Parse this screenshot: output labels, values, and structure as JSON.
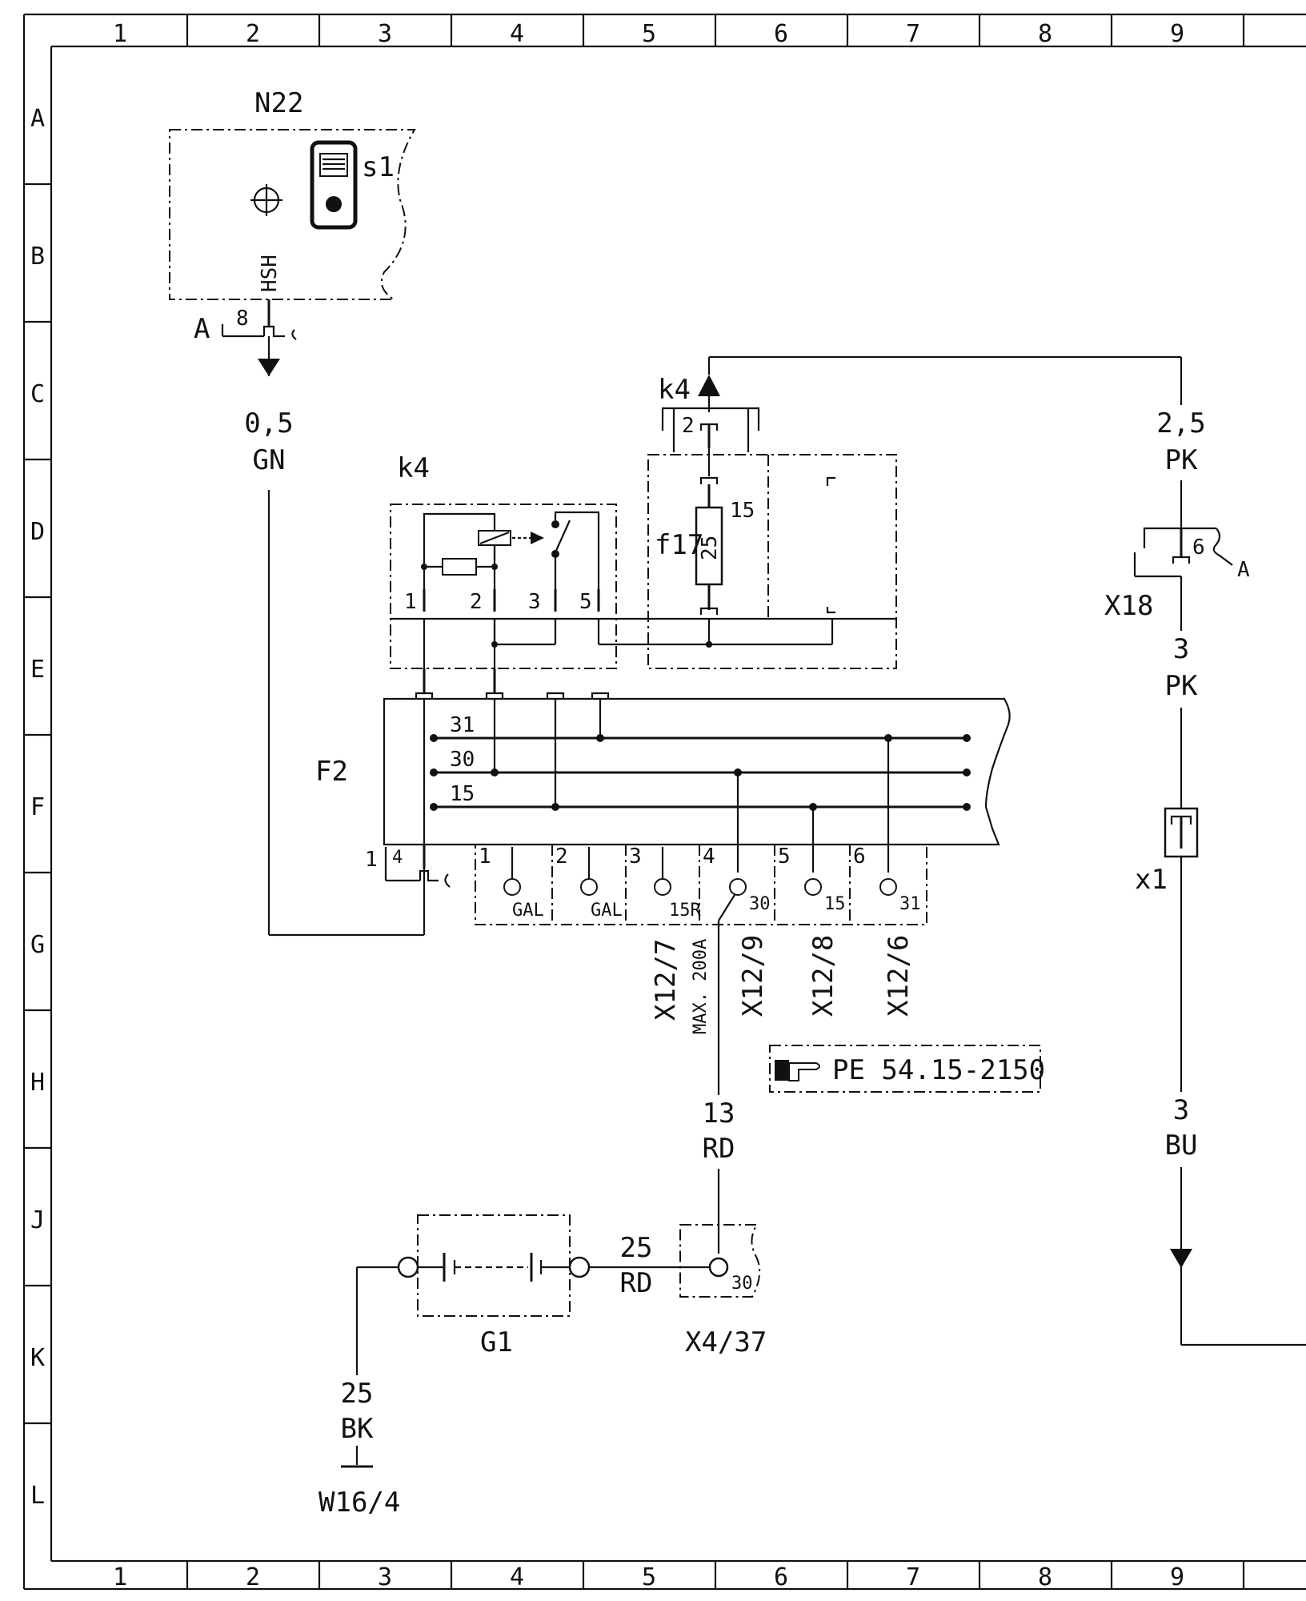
{
  "frame": {
    "columns": [
      "1",
      "2",
      "3",
      "4",
      "5",
      "6",
      "7",
      "8",
      "9"
    ],
    "rows": [
      "A",
      "B",
      "C",
      "D",
      "E",
      "F",
      "G",
      "H",
      "J",
      "K",
      "L"
    ]
  },
  "components": {
    "n22": "N22",
    "s1": "s1",
    "hsh": "HSH",
    "k4_relay": "k4",
    "k4_top": "k4",
    "f17": "f17",
    "f17_rating": "25",
    "f17_pin": "15",
    "f2": "F2",
    "x18": "X18",
    "x1": "x1",
    "g1": "G1",
    "x4_37": "X4/37",
    "w16_4": "W16/4"
  },
  "connectors": {
    "a_left": "A",
    "a_pin": "8",
    "x18_pin": "6",
    "x18_a": "A",
    "k4_top_pin": "2",
    "k4_pins": [
      "1",
      "2",
      "3",
      "5"
    ],
    "f2_left_pin": "1",
    "f2_left_sub": "4",
    "x4_pin": "30"
  },
  "f2_busbars": [
    "31",
    "30",
    "15"
  ],
  "f2_terminals": [
    {
      "num": "1",
      "label": "GAL"
    },
    {
      "num": "2",
      "label": "GAL"
    },
    {
      "num": "3",
      "label": "15R"
    },
    {
      "num": "4",
      "label": "30"
    },
    {
      "num": "5",
      "label": "15"
    },
    {
      "num": "6",
      "label": "31"
    }
  ],
  "f2_refs": [
    "X12/7",
    "MAX. 200A",
    "X12/9",
    "X12/8",
    "X12/6"
  ],
  "reference_box": "PE 54.15-2150",
  "wires": {
    "gn_size": "0,5",
    "gn_color": "GN",
    "pk1_size": "2,5",
    "pk1_color": "PK",
    "pk2_size": "3",
    "pk2_color": "PK",
    "bu_size": "3",
    "bu_color": "BU",
    "rd13_size": "13",
    "rd13_color": "RD",
    "rd25_size": "25",
    "rd25_color": "RD",
    "bk_size": "25",
    "bk_color": "BK"
  }
}
